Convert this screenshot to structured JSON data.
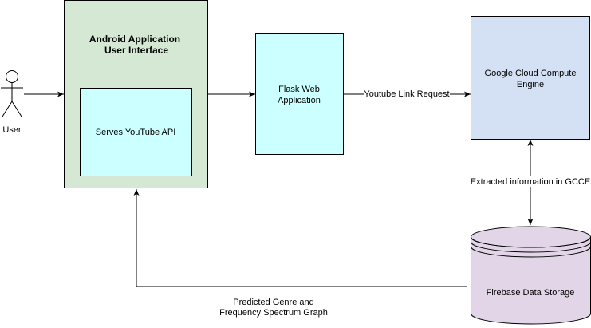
{
  "actor": {
    "label": "User"
  },
  "nodes": {
    "android": {
      "title_line1": "Android Application",
      "title_line2": "User Interface",
      "fill": "#d5e8d4"
    },
    "youtube_api": {
      "label": "Serves YouTube API",
      "fill": "#ccffff"
    },
    "flask": {
      "line1": "Flask Web",
      "line2": "Application",
      "fill": "#ccffff"
    },
    "gcce": {
      "line1": "Google Cloud Compute",
      "line2": "Engine",
      "fill": "#d4e1f5"
    },
    "firebase": {
      "label": "Firebase Data Storage",
      "fill": "#e1d5e7"
    }
  },
  "edges": {
    "flask_to_gcce": {
      "label": "Youtube Link Request"
    },
    "gcce_firebase": {
      "label": "Extracted information in GCCE"
    },
    "firebase_to_android": {
      "line1": "Predicted Genre and",
      "line2": "Frequency Spectrum Graph"
    }
  }
}
